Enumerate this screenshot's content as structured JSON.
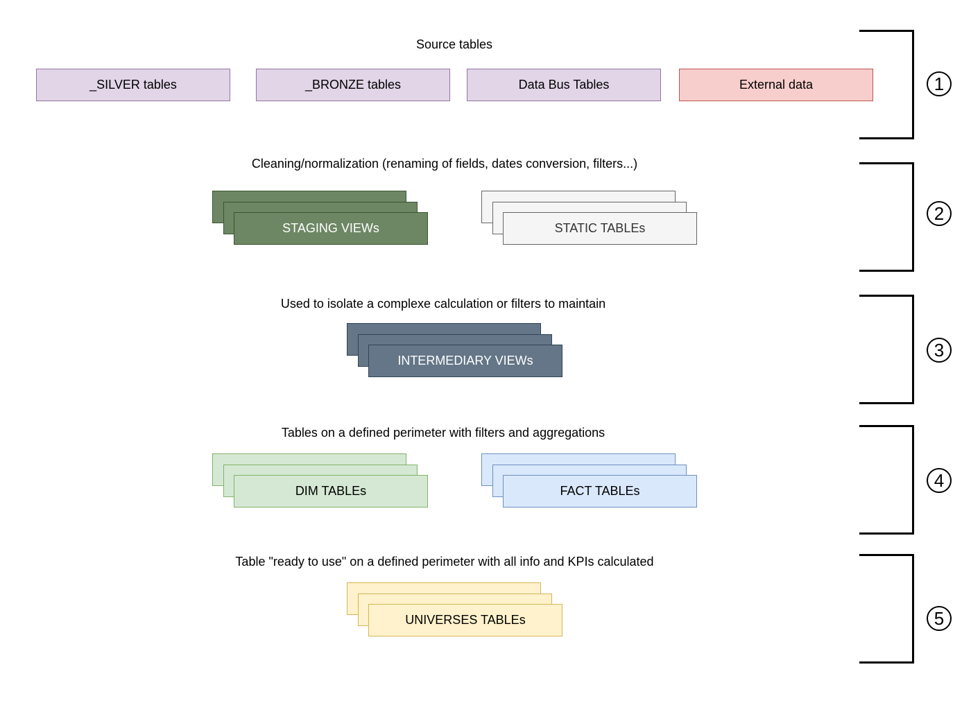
{
  "levels": [
    {
      "step": "1",
      "caption": "Source tables",
      "boxes": [
        {
          "label": "_SILVER tables",
          "fill": "#e1d5e7",
          "border": "#9673a6",
          "text": "#000000"
        },
        {
          "label": "_BRONZE tables",
          "fill": "#e1d5e7",
          "border": "#9673a6",
          "text": "#000000"
        },
        {
          "label": "Data Bus Tables",
          "fill": "#e1d5e7",
          "border": "#9673a6",
          "text": "#000000"
        },
        {
          "label": "External data",
          "fill": "#f8cecc",
          "border": "#b85450",
          "text": "#000000"
        }
      ]
    },
    {
      "step": "2",
      "caption": "Cleaning/normalization (renaming of fields, dates conversion, filters...)",
      "stacks": [
        {
          "label": "STAGING VIEWs",
          "fill": "#6d8764",
          "border": "#3a5431",
          "text": "#ffffff"
        },
        {
          "label": "STATIC TABLEs",
          "fill": "#f5f5f5",
          "border": "#666666",
          "text": "#333333"
        }
      ]
    },
    {
      "step": "3",
      "caption": "Used to isolate a complexe calculation or filters to maintain",
      "stacks": [
        {
          "label": "INTERMEDIARY VIEWs",
          "fill": "#647687",
          "border": "#314354",
          "text": "#ffffff"
        }
      ]
    },
    {
      "step": "4",
      "caption": "Tables on a defined perimeter with filters and aggregations",
      "stacks": [
        {
          "label": "DIM TABLEs",
          "fill": "#d5e8d4",
          "border": "#82b366",
          "text": "#000000"
        },
        {
          "label": "FACT TABLEs",
          "fill": "#dae8fc",
          "border": "#6c8ebf",
          "text": "#000000"
        }
      ]
    },
    {
      "step": "5",
      "caption": "Table \"ready to use\" on a defined perimeter with all info and KPIs calculated",
      "stacks": [
        {
          "label": "UNIVERSES TABLEs",
          "fill": "#fff2cc",
          "border": "#d6b656",
          "text": "#000000"
        }
      ]
    }
  ]
}
